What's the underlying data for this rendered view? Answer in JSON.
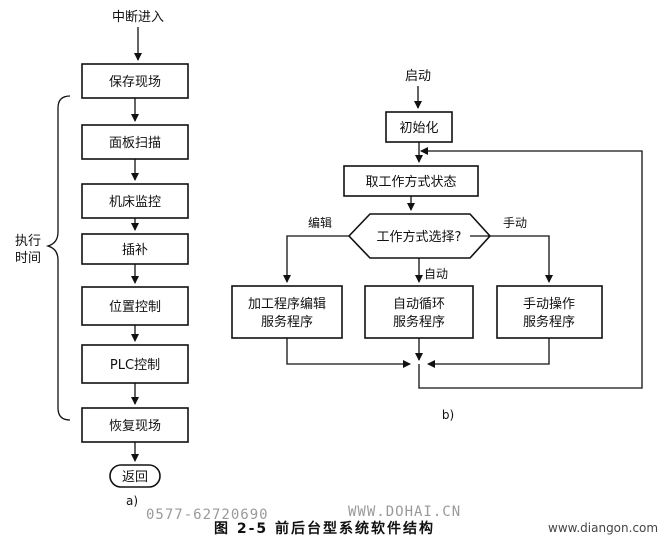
{
  "left": {
    "start": "中断进入",
    "steps": [
      "保存现场",
      "面板扫描",
      "机床监控",
      "插补",
      "位置控制",
      "PLC控制",
      "恢复现场"
    ],
    "end": "返回",
    "brace_label_line1": "执行",
    "brace_label_line2": "时间",
    "sublabel": "a)"
  },
  "right": {
    "start": "启动",
    "init": "初始化",
    "read": "取工作方式状态",
    "decision": "工作方式选择?",
    "branch_left": "编辑",
    "branch_mid": "自动",
    "branch_right": "手动",
    "proc_left_l1": "加工程序编辑",
    "proc_left_l2": "服务程序",
    "proc_mid_l1": "自动循环",
    "proc_mid_l2": "服务程序",
    "proc_right_l1": "手动操作",
    "proc_right_l2": "服务程序",
    "sublabel": "b)"
  },
  "watermark_phone": "0577-62720690",
  "watermark_site": "WWW.DOHAI.CN",
  "caption": "图 2-5   前后台型系统软件结构",
  "site": "www.diangon.com"
}
